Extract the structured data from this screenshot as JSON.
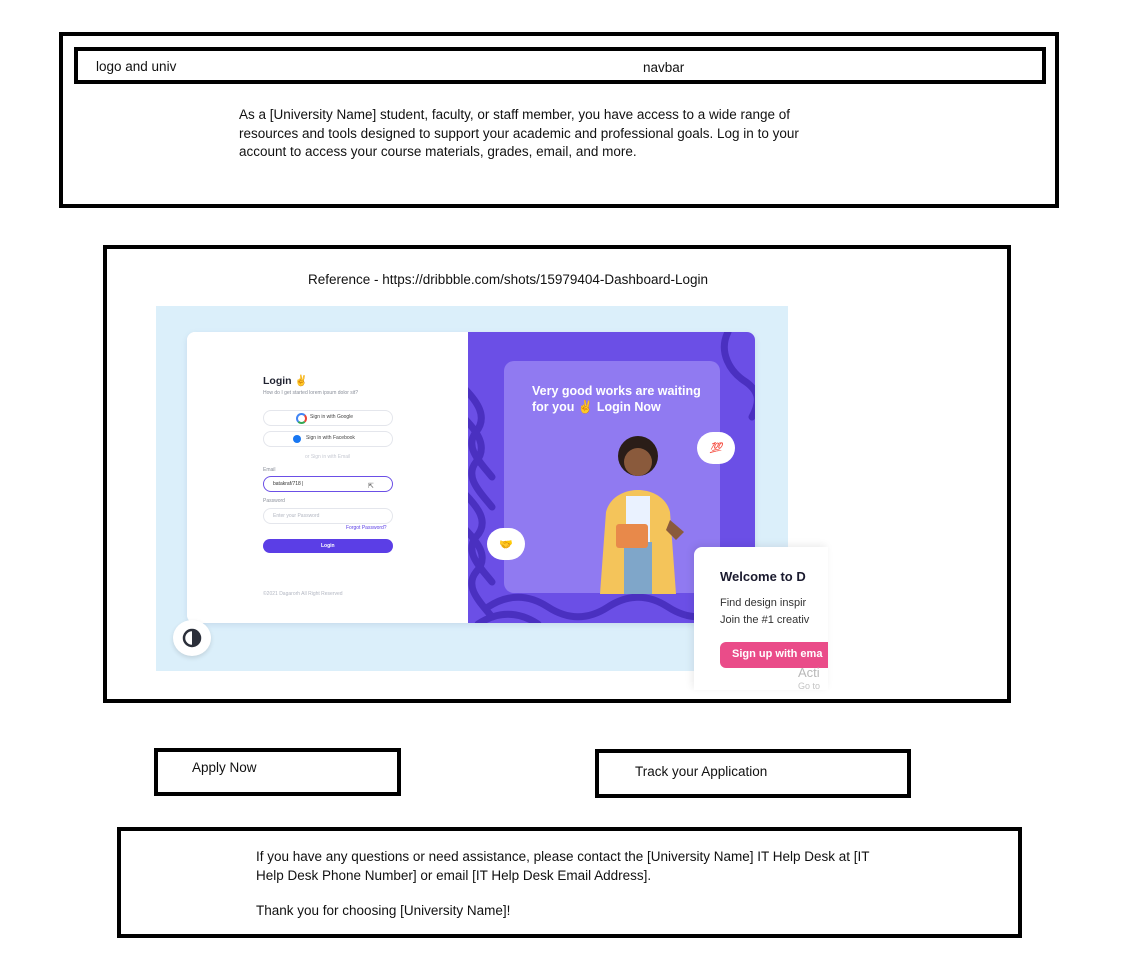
{
  "header": {
    "logo_label": "logo and univ",
    "navbar_label": "navbar",
    "intro": "As a [University Name] student, faculty, or staff member, you have access to a wide range of resources and tools designed to support your academic and professional goals. Log in to your account to access your course materials, grades, email, and more."
  },
  "reference": {
    "label": "Reference - https://dribbble.com/shots/15979404-Dashboard-Login",
    "mockup": {
      "login_title": "Login",
      "login_subtitle": "How do I get started lorem ipsum dolor sit?",
      "google_button": "Sign in with Google",
      "facebook_button": "Sign in with Facebook",
      "divider": "or Sign in with Email",
      "email_label": "Email",
      "email_value": "batakraf/718 |",
      "password_label": "Password",
      "password_placeholder": "Enter your Password",
      "forgot_password": "Forgot Password?",
      "login_button": "Login",
      "copyright": "©2021 Dagarorh All Right Reserved",
      "headline": "Very good works are waiting for you ✌ Login Now",
      "hundred_badge": "💯",
      "welcome_title": "Welcome to D",
      "welcome_line1": "Find design inspir",
      "welcome_line2": "Join the #1 creativ",
      "signup_button": "Sign up with ema",
      "watermark_line1": "Acti",
      "watermark_line2": "Go to"
    }
  },
  "actions": {
    "apply_label": "Apply Now",
    "track_label": "Track your Application"
  },
  "footer": {
    "help": "If you have any questions or need assistance, please contact the [University Name] IT Help Desk at [IT Help Desk Phone Number] or email [IT Help Desk Email Address].",
    "thanks": "Thank you for choosing [University Name]!"
  },
  "colors": {
    "border": "#000000",
    "mockup_bg": "#dbeffa",
    "purple": "#6b4fe6",
    "pink": "#ea4c89"
  }
}
